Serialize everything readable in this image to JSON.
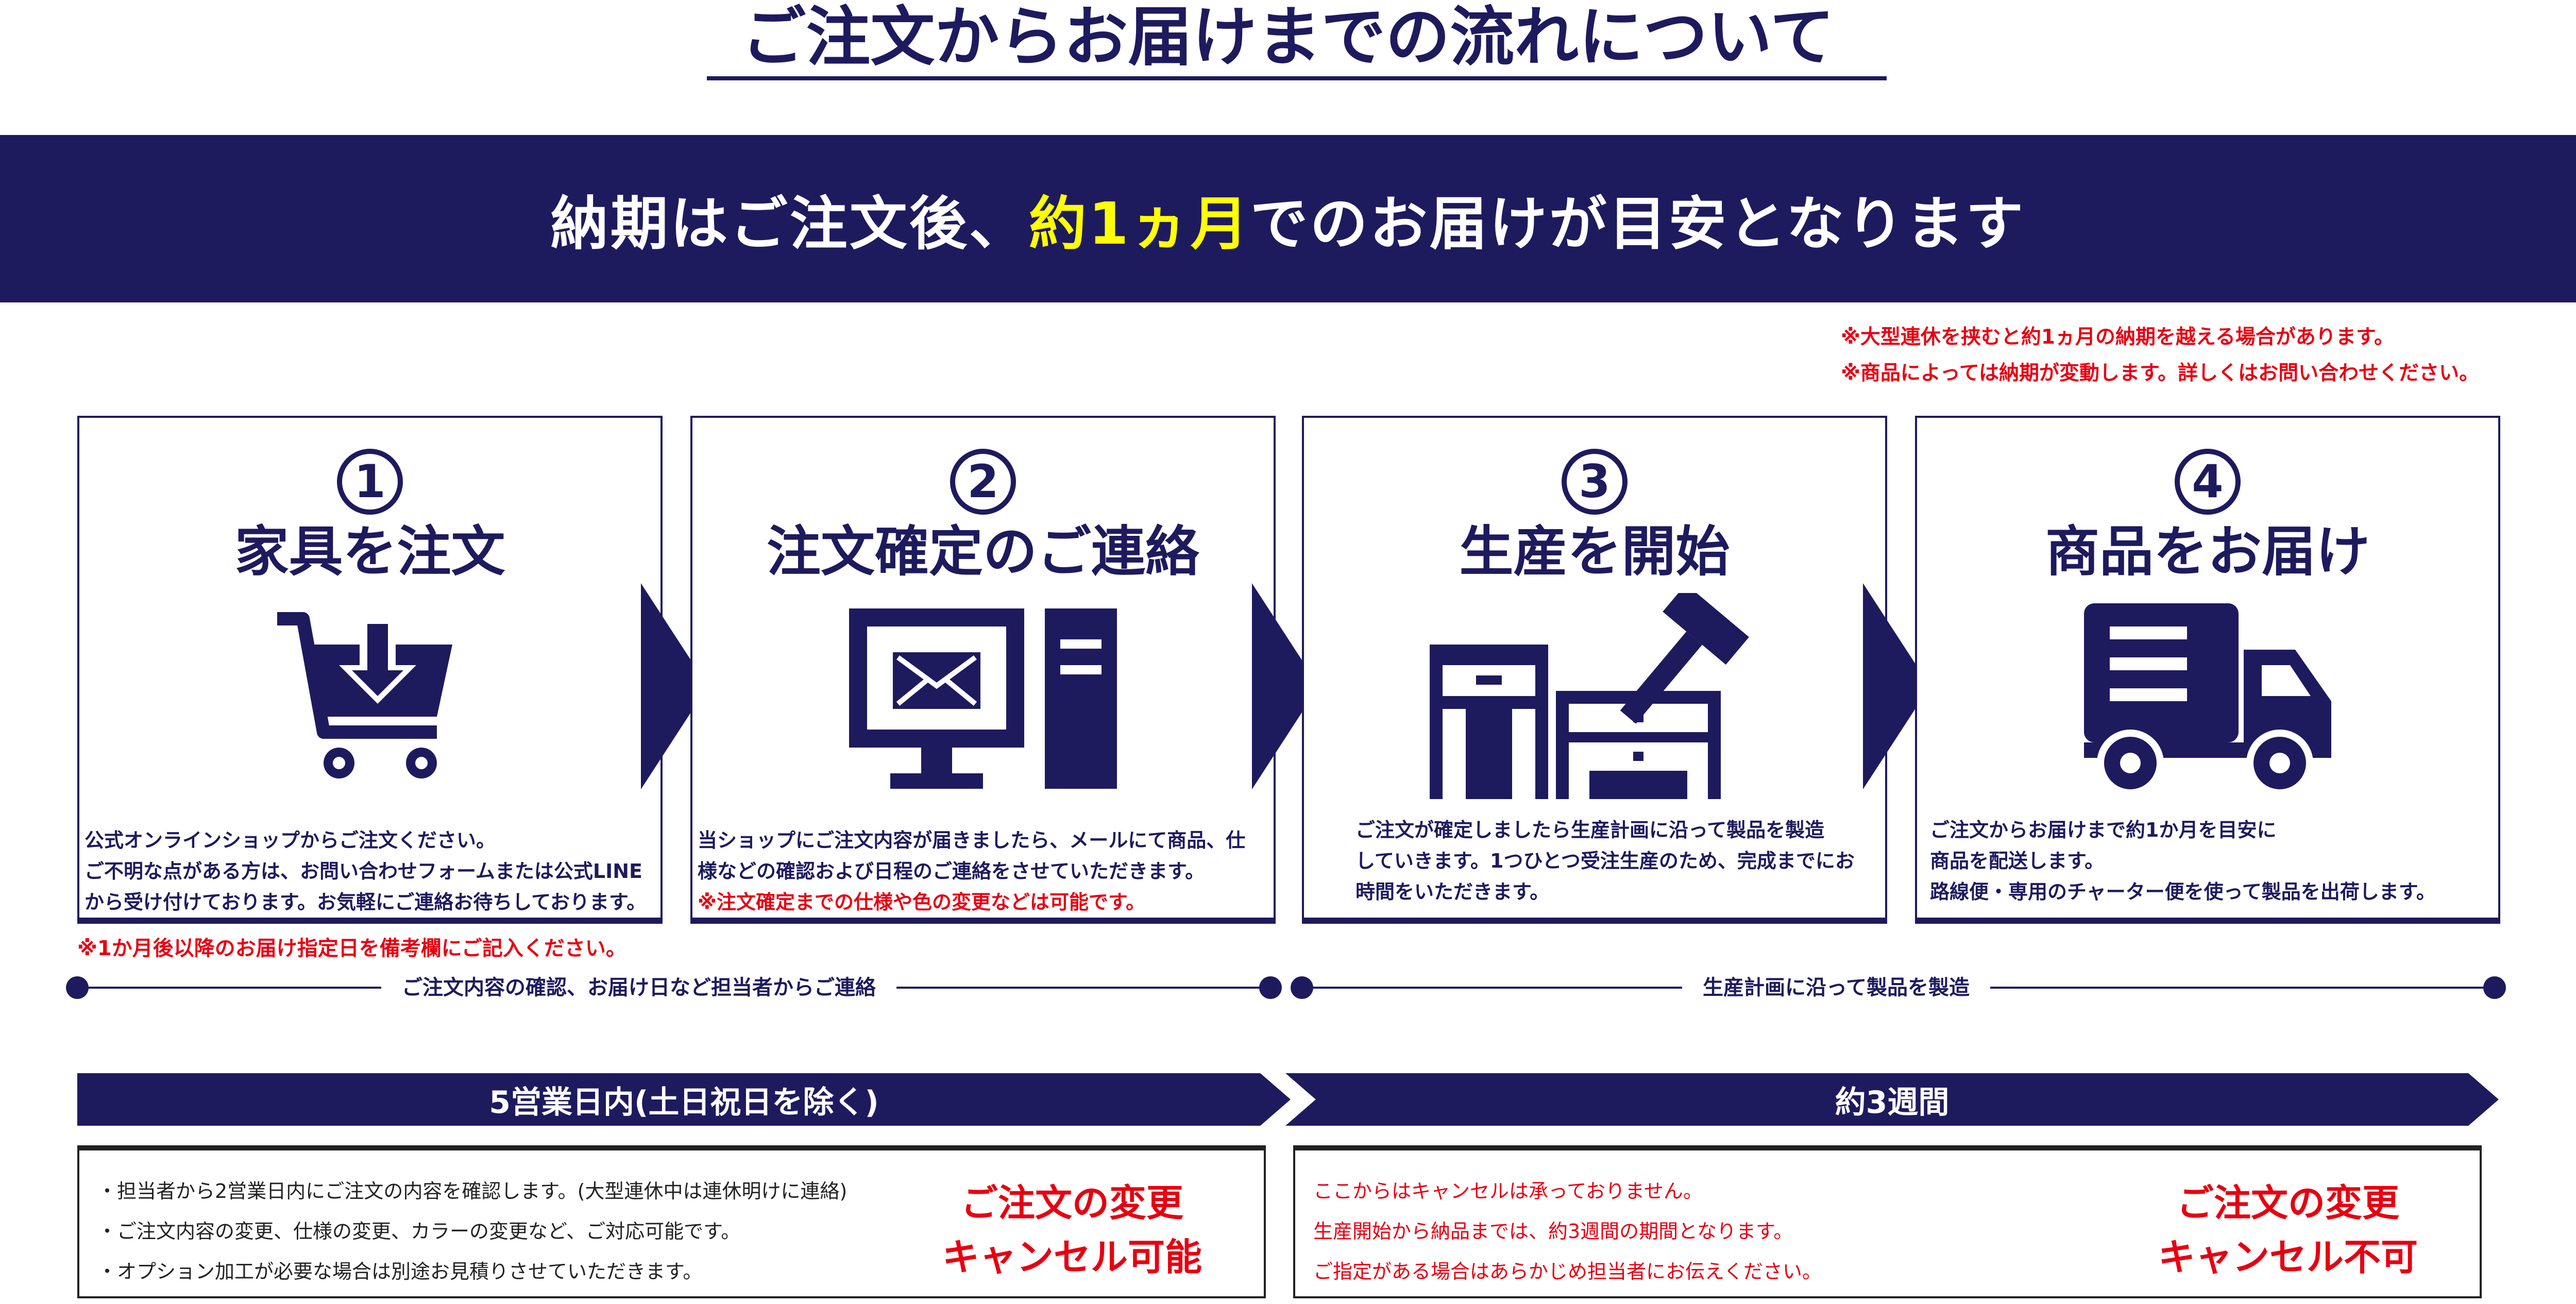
{
  "title": "ご注文からお届けまでの流れについて",
  "banner": {
    "before": "納期はご注文後、",
    "highlight": "約1ヵ月",
    "after": "でのお届けが目安となります",
    "highlight_color": "#ffff00",
    "bg_color": "#1e1a5e"
  },
  "notes": [
    "※大型連休を挟むと約1ヵ月の納期を越える場合があります。",
    "※商品によっては納期が変動します。詳しくはお問い合わせください。"
  ],
  "steps": [
    {
      "number": "1",
      "title": "家具を注文",
      "icon": "cart-download-icon",
      "lines": [
        "公式オンラインショップからご注文ください。",
        "ご不明な点がある方は、お問い合わせフォームまたは公式LINE",
        "から受け付けております。お気軽にご連絡お待ちしております。"
      ],
      "red_line": ""
    },
    {
      "number": "2",
      "title": "注文確定のご連絡",
      "icon": "computer-mail-icon",
      "lines": [
        "当ショップにご注文内容が届きましたら、メールにて商品、仕",
        "様などの確認および日程のご連絡をさせていただきます。"
      ],
      "red_line": "※注文確定までの仕様や色の変更などは可能です。"
    },
    {
      "number": "3",
      "title": "生産を開始",
      "icon": "furniture-hammer-icon",
      "lines": [
        "ご注文が確定しましたら生産計画に沿って製品を製造",
        "していきます。1つひとつ受注生産のため、完成までにお",
        "時間をいただきます。"
      ],
      "red_line": ""
    },
    {
      "number": "4",
      "title": "商品をお届け",
      "icon": "delivery-truck-icon",
      "lines": [
        "ご注文からお届けまで約1か月を目安に",
        "商品を配送します。",
        "路線便・専用のチャーター便を使って製品を出荷します。"
      ],
      "red_line": ""
    }
  ],
  "step1_note": "※1か月後以降のお届け指定日を備考欄にご記入ください。",
  "timeline": {
    "left_label": "ご注文内容の確認、お届け日など担当者からご連絡",
    "right_label": "生産計画に沿って製品を製造"
  },
  "phases": [
    {
      "label": "5営業日内(土日祝日を除く)",
      "lines": [
        "・担当者から2営業日内にご注文の内容を確認します。(大型連休中は連休明けに連絡)",
        "・ご注文内容の変更、仕様の変更、カラーの変更など、ご対応可能です。",
        "・オプション加工が必要な場合は別途お見積りさせていただきます。"
      ],
      "status": [
        "ご注文の変更",
        "キャンセル可能"
      ]
    },
    {
      "label": "約3週間",
      "lines": [
        "ここからはキャンセルは承っておりません。",
        "生産開始から納品までは、約3週間の期間となります。",
        "ご指定がある場合はあらかじめ担当者にお伝えください。"
      ],
      "status": [
        "ご注文の変更",
        "キャンセル不可"
      ]
    }
  ],
  "colors": {
    "navy": "#1e1a5e",
    "red": "#e60012"
  }
}
